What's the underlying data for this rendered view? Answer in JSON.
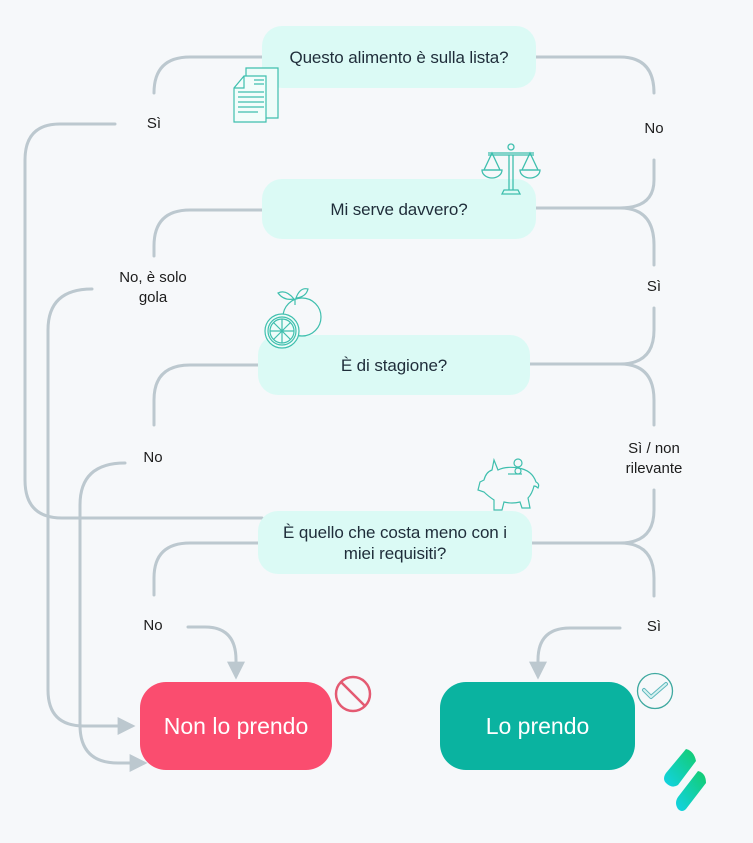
{
  "colors": {
    "background": "#f6f8fa",
    "question_fill": "#dbfaf5",
    "connector": "#bcc8cf",
    "icon_stroke": "#3fbfae",
    "reject": "#fa4d6f",
    "accept": "#0ab3a0"
  },
  "questions": [
    {
      "text": "Questo alimento è sulla lista?",
      "icon": "document-icon"
    },
    {
      "text": "Mi serve davvero?",
      "icon": "scale-icon"
    },
    {
      "text": "È di stagione?",
      "icon": "citrus-fruit-icon"
    },
    {
      "text": "È quello che costa meno con i miei requisiti?",
      "icon": "piggy-bank-icon"
    }
  ],
  "edges": {
    "q1_yes": "Sì",
    "q1_no": "No",
    "q2_no": "No, è solo gola",
    "q2_yes": "Sì",
    "q3_no": "No",
    "q3_yes": "Sì / non rilevante",
    "q4_no": "No",
    "q4_yes": "Sì"
  },
  "outcomes": {
    "reject": {
      "label": "Non lo prendo",
      "icon": "prohibited-icon"
    },
    "accept": {
      "label": "Lo prendo",
      "icon": "checkmark-circle-icon"
    }
  },
  "brand": {
    "icon": "brand-logo-icon"
  }
}
